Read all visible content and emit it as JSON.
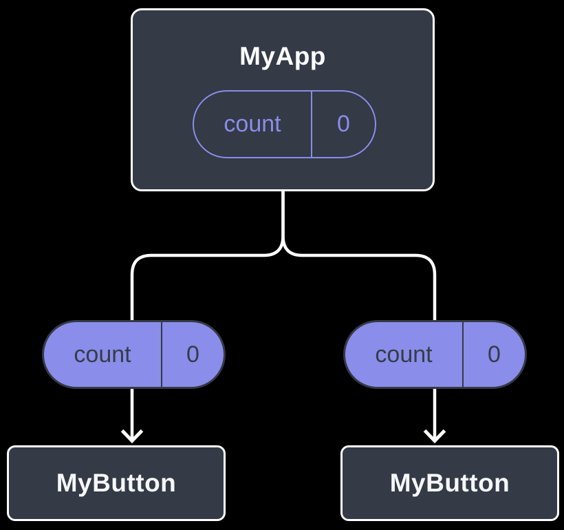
{
  "colors": {
    "background": "#000000",
    "box_fill": "#343A46",
    "box_border": "#FFFFFF",
    "accent_purple": "#8A8DE9",
    "connector_white": "#FFFFFF",
    "pill_dark_text": "#363C4A",
    "title_text": "#FFFFFF"
  },
  "diagram": {
    "root": {
      "title": "MyApp",
      "state": {
        "name": "count",
        "value": "0"
      }
    },
    "children": [
      {
        "title": "MyButton",
        "prop": {
          "name": "count",
          "value": "0"
        }
      },
      {
        "title": "MyButton",
        "prop": {
          "name": "count",
          "value": "0"
        }
      }
    ]
  }
}
